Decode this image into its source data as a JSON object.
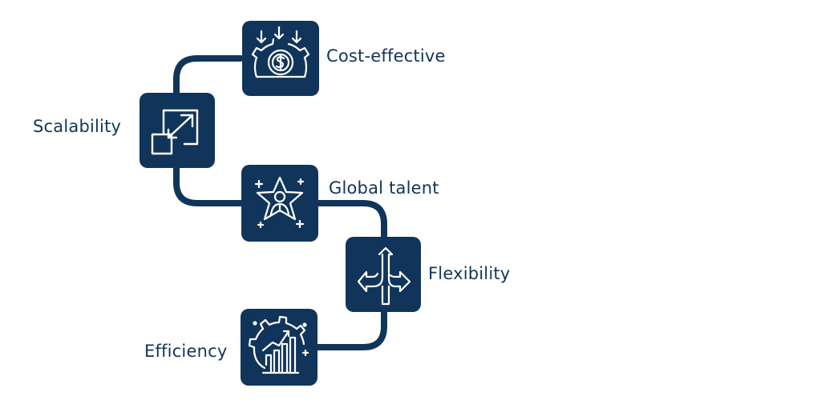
{
  "diagram": {
    "colors": {
      "box": "#11355a",
      "line": "#11355a",
      "icon": "#ffffff",
      "text": "#11355a"
    },
    "steps": [
      {
        "label": "Cost-effective",
        "icon": "gear-dollar-icon"
      },
      {
        "label": "Scalability",
        "icon": "resize-arrows-icon"
      },
      {
        "label": "Global talent",
        "icon": "star-person-icon"
      },
      {
        "label": "Flexibility",
        "icon": "split-arrows-icon"
      },
      {
        "label": "Efficiency",
        "icon": "gear-chart-icon"
      }
    ]
  }
}
